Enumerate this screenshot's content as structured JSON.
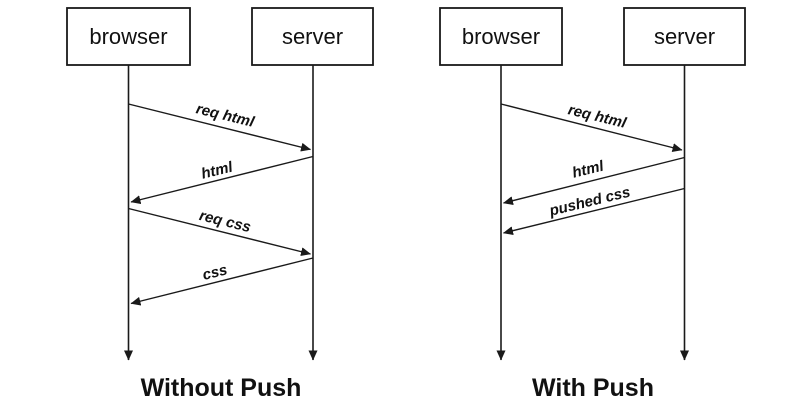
{
  "colors": {
    "background": "#ffffff",
    "line": "#1a1a1a",
    "text": "#111111"
  },
  "diagrams": [
    {
      "title": "Without Push",
      "actors": [
        {
          "label": "browser"
        },
        {
          "label": "server"
        }
      ],
      "messages": [
        {
          "label": "req html",
          "from": "browser",
          "to": "server"
        },
        {
          "label": "html",
          "from": "server",
          "to": "browser"
        },
        {
          "label": "req css",
          "from": "browser",
          "to": "server"
        },
        {
          "label": "css",
          "from": "server",
          "to": "browser"
        }
      ]
    },
    {
      "title": "With Push",
      "actors": [
        {
          "label": "browser"
        },
        {
          "label": "server"
        }
      ],
      "messages": [
        {
          "label": "req html",
          "from": "browser",
          "to": "server"
        },
        {
          "label": "html",
          "from": "server",
          "to": "browser"
        },
        {
          "label": "pushed css",
          "from": "server",
          "to": "browser"
        }
      ]
    }
  ]
}
